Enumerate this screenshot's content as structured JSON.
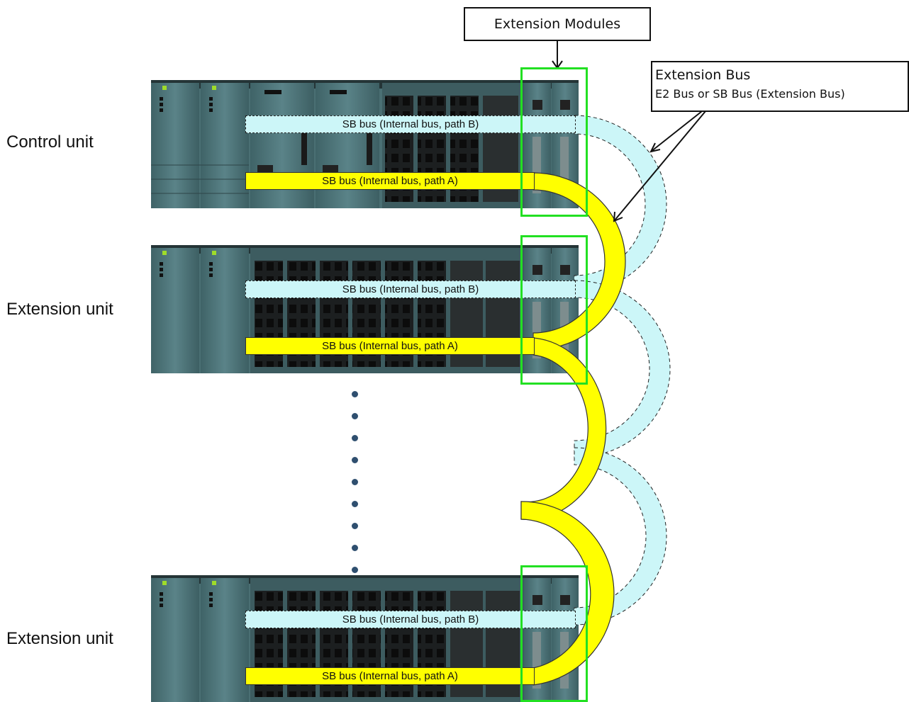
{
  "units": [
    {
      "label": "Control unit"
    },
    {
      "label": "Extension unit"
    },
    {
      "label": "Extension unit"
    }
  ],
  "bus": {
    "path_b": "SB bus (Internal bus, path B)",
    "path_a": "SB bus (Internal bus, path A)"
  },
  "callouts": {
    "extension_modules": "Extension Modules",
    "extension_bus_title": "Extension Bus",
    "extension_bus_sub": "E2 Bus or SB Bus (Extension Bus)"
  },
  "colors": {
    "path_a": "#ffff00",
    "path_b": "#ccf6f8",
    "module_highlight": "#22e022",
    "rack_body": "#4e7478",
    "continuation_dots": "#2f4f6f"
  }
}
